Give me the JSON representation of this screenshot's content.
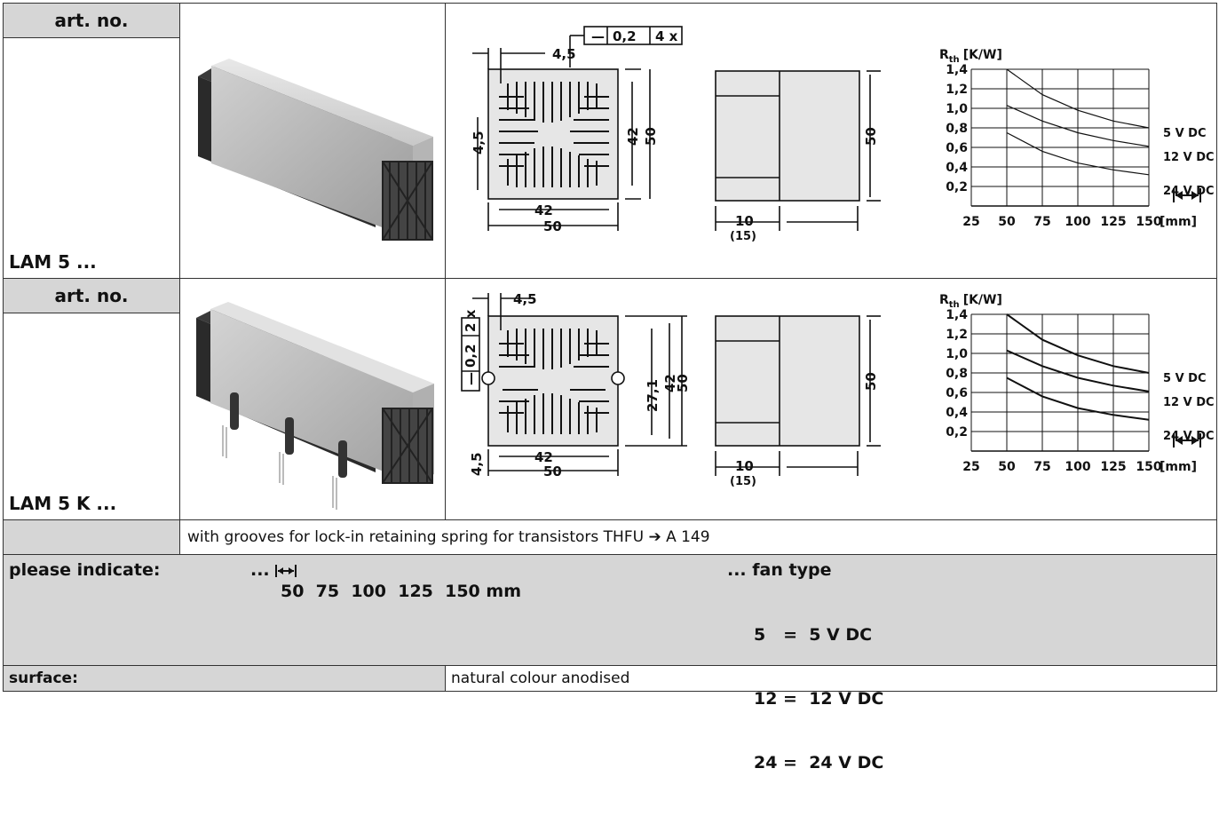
{
  "row1": {
    "art_label": "art. no.",
    "name": "LAM 5 ...",
    "profile": {
      "dim_top": "4,5",
      "tolerance": [
        "—",
        "0,2",
        "4 x"
      ],
      "dim_left": "4,5",
      "dim_inner_w": "42",
      "dim_outer_w": "50",
      "dim_inner_h": "42",
      "dim_outer_h": "50"
    },
    "side": {
      "dim_h": "50",
      "dim_10": "10",
      "dim_15": "(15)"
    }
  },
  "row2": {
    "art_label": "art. no.",
    "name": "LAM 5 K ...",
    "note": "with grooves for lock-in retaining spring for transistors THFU ➔ A 149",
    "profile": {
      "dim_top": "4,5",
      "tolerance": [
        "—",
        "0,2",
        "2 x"
      ],
      "dim_left": "4,5",
      "dim_271": "27,1",
      "dim_inner_w": "42",
      "dim_outer_w": "50",
      "dim_inner_h": "42",
      "dim_outer_h": "50"
    },
    "side": {
      "dim_h": "50",
      "dim_10": "10",
      "dim_15": "(15)"
    }
  },
  "chart_data": [
    {
      "type": "line",
      "ylabel_main": "R",
      "ylabel_sub": "th",
      "ylabel_unit": "[K/W]",
      "x": [
        50,
        75,
        100,
        125,
        150
      ],
      "xticks": [
        "25",
        "50",
        "75",
        "100",
        "125",
        "150"
      ],
      "xunit": "[mm]",
      "yticks": [
        "1,4",
        "1,2",
        "1,0",
        "0,8",
        "0,6",
        "0,4",
        "0,2"
      ],
      "xlim": [
        25,
        150
      ],
      "ylim": [
        0,
        1.4
      ],
      "grid": true,
      "series": [
        {
          "name": "5 V DC",
          "values": [
            1.4,
            1.14,
            0.98,
            0.87,
            0.8
          ]
        },
        {
          "name": "12 V DC",
          "values": [
            1.03,
            0.87,
            0.75,
            0.67,
            0.61
          ]
        },
        {
          "name": "24 V DC",
          "values": [
            0.75,
            0.56,
            0.44,
            0.37,
            0.32
          ]
        }
      ]
    },
    {
      "type": "line",
      "ylabel_main": "R",
      "ylabel_sub": "th",
      "ylabel_unit": "[K/W]",
      "x": [
        50,
        75,
        100,
        125,
        150
      ],
      "xticks": [
        "25",
        "50",
        "75",
        "100",
        "125",
        "150"
      ],
      "xunit": "[mm]",
      "yticks": [
        "1,4",
        "1,2",
        "1,0",
        "0,8",
        "0,6",
        "0,4",
        "0,2"
      ],
      "xlim": [
        25,
        150
      ],
      "ylim": [
        0,
        1.4
      ],
      "grid": true,
      "series": [
        {
          "name": "5 V DC",
          "values": [
            1.4,
            1.14,
            0.98,
            0.87,
            0.8
          ]
        },
        {
          "name": "12 V DC",
          "values": [
            1.03,
            0.87,
            0.75,
            0.67,
            0.61
          ]
        },
        {
          "name": "24 V DC",
          "values": [
            0.75,
            0.56,
            0.44,
            0.37,
            0.32
          ]
        }
      ]
    }
  ],
  "indicate": {
    "label": "please indicate:",
    "length_prefix": "...",
    "lengths": "50  75  100  125  150 mm",
    "fan_label": "... fan type",
    "fan_types": [
      "5   =  5 V DC",
      "12 =  12 V DC",
      "24 =  24 V DC"
    ]
  },
  "surface": {
    "label": "surface:",
    "value": "natural colour anodised"
  }
}
